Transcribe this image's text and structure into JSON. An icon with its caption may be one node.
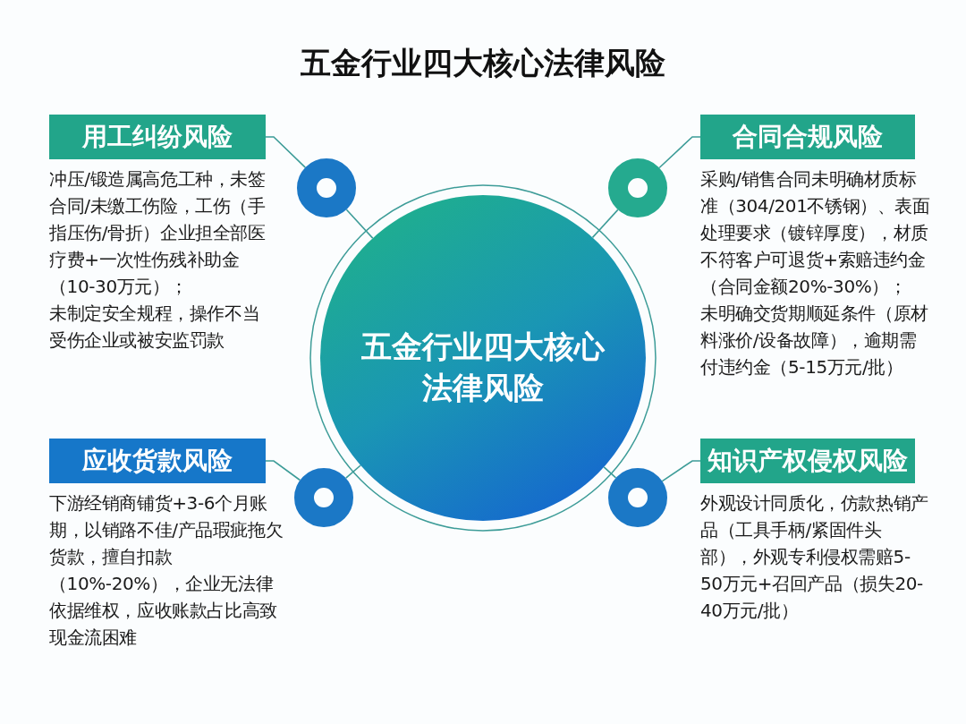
{
  "diagram": {
    "title": "五金行业四大核心法律风险",
    "nodes": [
      {
        "text": [
          "用工纠纷风险",
          "冲压/锻造属高危工种，未签合同/未缴工伤险，工伤（手指压伤/骨折）企业担全部医疗费+一次性伤残补助金（10-30万元）；",
          "未制定安全规程，操作不当受伤企业或被安监罚款"
        ]
      },
      {
        "text": [
          "合同合规风险",
          "采购/销售合同未明确材质标准（304/201不锈钢）、表面处理要求（镀锌厚度），材质不符客户可退货+索赔违约金（合同金额20%-30%）；",
          "未明确交货期顺延条件（原材料涨价/设备故障），逾期需付违约金（5-15万元/批）"
        ]
      },
      {
        "text": [],
        "shape": "circle"
      },
      {
        "text": [],
        "shape": "circle"
      },
      {
        "text": [
          "五金行业四大核心法律风险"
        ]
      },
      {
        "text": [],
        "shape": "circle"
      },
      {
        "text": [],
        "shape": "circle"
      },
      {
        "text": [
          "应收货款风险",
          "下游经销商铺货+3-6个月账期，以销路不佳/产品瑕疵拖欠货款，擅自扣款（10%-20%），企业无法律依据维权，应收账款占比高致现金流困难"
        ]
      },
      {
        "text": [
          "知识产权侵权风险",
          "外观设计同质化，仿款热销产品（工具手柄/紧固件头部），外观专利侵权需赔5-50万元+召回产品（损失20-40万元/批）"
        ]
      }
    ],
    "edges": [
      {
        "from": 0,
        "to": 2,
        "arrow": "none"
      },
      {
        "from": 2,
        "to": 4,
        "arrow": "none"
      },
      {
        "from": 1,
        "to": 3,
        "arrow": "none"
      },
      {
        "from": 3,
        "to": 4,
        "arrow": "none"
      },
      {
        "from": 7,
        "to": 5,
        "arrow": "none"
      },
      {
        "from": 5,
        "to": 4,
        "arrow": "none"
      },
      {
        "from": 8,
        "to": 6,
        "arrow": "none"
      },
      {
        "from": 6,
        "to": 4,
        "arrow": "none"
      }
    ]
  }
}
